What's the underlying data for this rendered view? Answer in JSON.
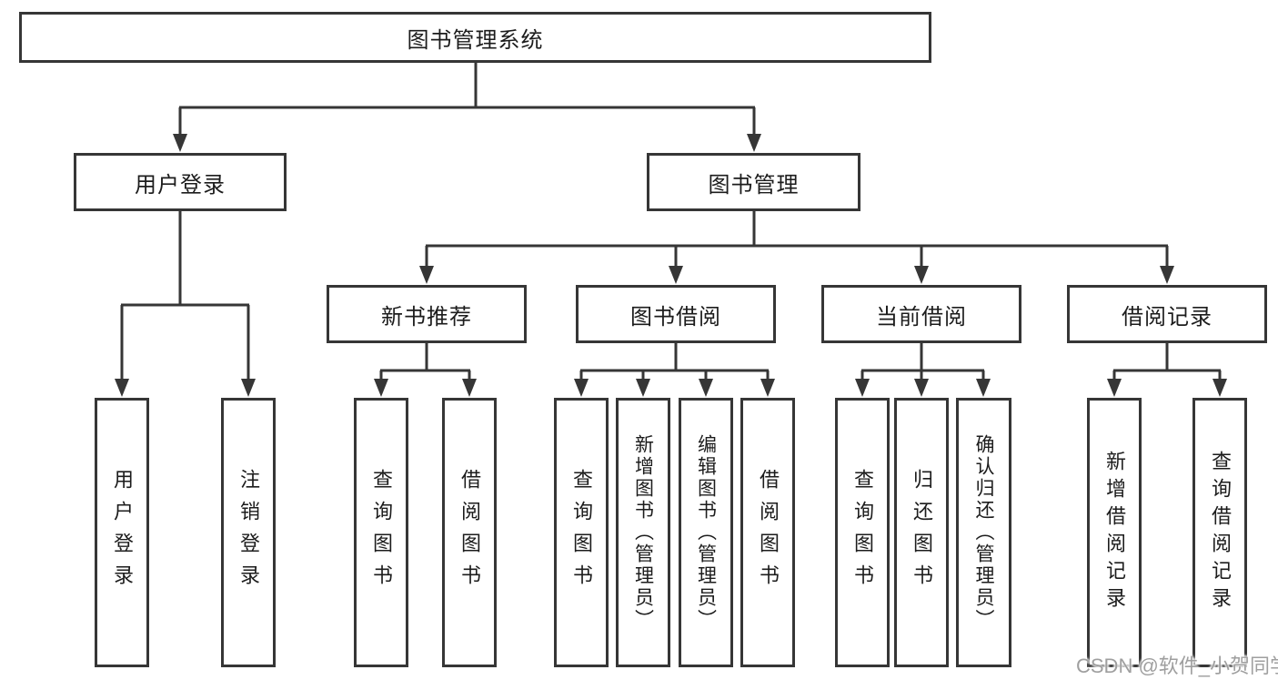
{
  "nodes": {
    "root": "图书管理系统",
    "user_login": "用户登录",
    "book_mgmt": "图书管理",
    "leaf_login": "用户登录",
    "leaf_logout": "注销登录",
    "new_book_rec": "新书推荐",
    "book_borrow": "图书借阅",
    "current_borrow": "当前借阅",
    "borrow_records": "借阅记录",
    "nb_query": "查询图书",
    "nb_borrow": "借阅图书",
    "bb_query": "查询图书",
    "bb_add": "新增图书（管理员）",
    "bb_edit": "编辑图书（管理员）",
    "bb_borrow": "借阅图书",
    "cb_query": "查询图书",
    "cb_return": "归还图书",
    "cb_confirm": "确认归还（管理员）",
    "br_add": "新增借阅记录",
    "br_query": "查询借阅记录"
  },
  "hierarchy": {
    "图书管理系统": {
      "用户登录": [
        "用户登录",
        "注销登录"
      ],
      "图书管理": {
        "新书推荐": [
          "查询图书",
          "借阅图书"
        ],
        "图书借阅": [
          "查询图书",
          "新增图书（管理员）",
          "编辑图书（管理员）",
          "借阅图书"
        ],
        "当前借阅": [
          "查询图书",
          "归还图书",
          "确认归还（管理员）"
        ],
        "借阅记录": [
          "新增借阅记录",
          "查询借阅记录"
        ]
      }
    }
  },
  "watermark": "CSDN @软件_小贺同学",
  "colors": {
    "line": "#363636",
    "box_border": "#363636",
    "text": "#1c1c1c",
    "watermark": "#9f9f9f",
    "background": "#ffffff"
  }
}
